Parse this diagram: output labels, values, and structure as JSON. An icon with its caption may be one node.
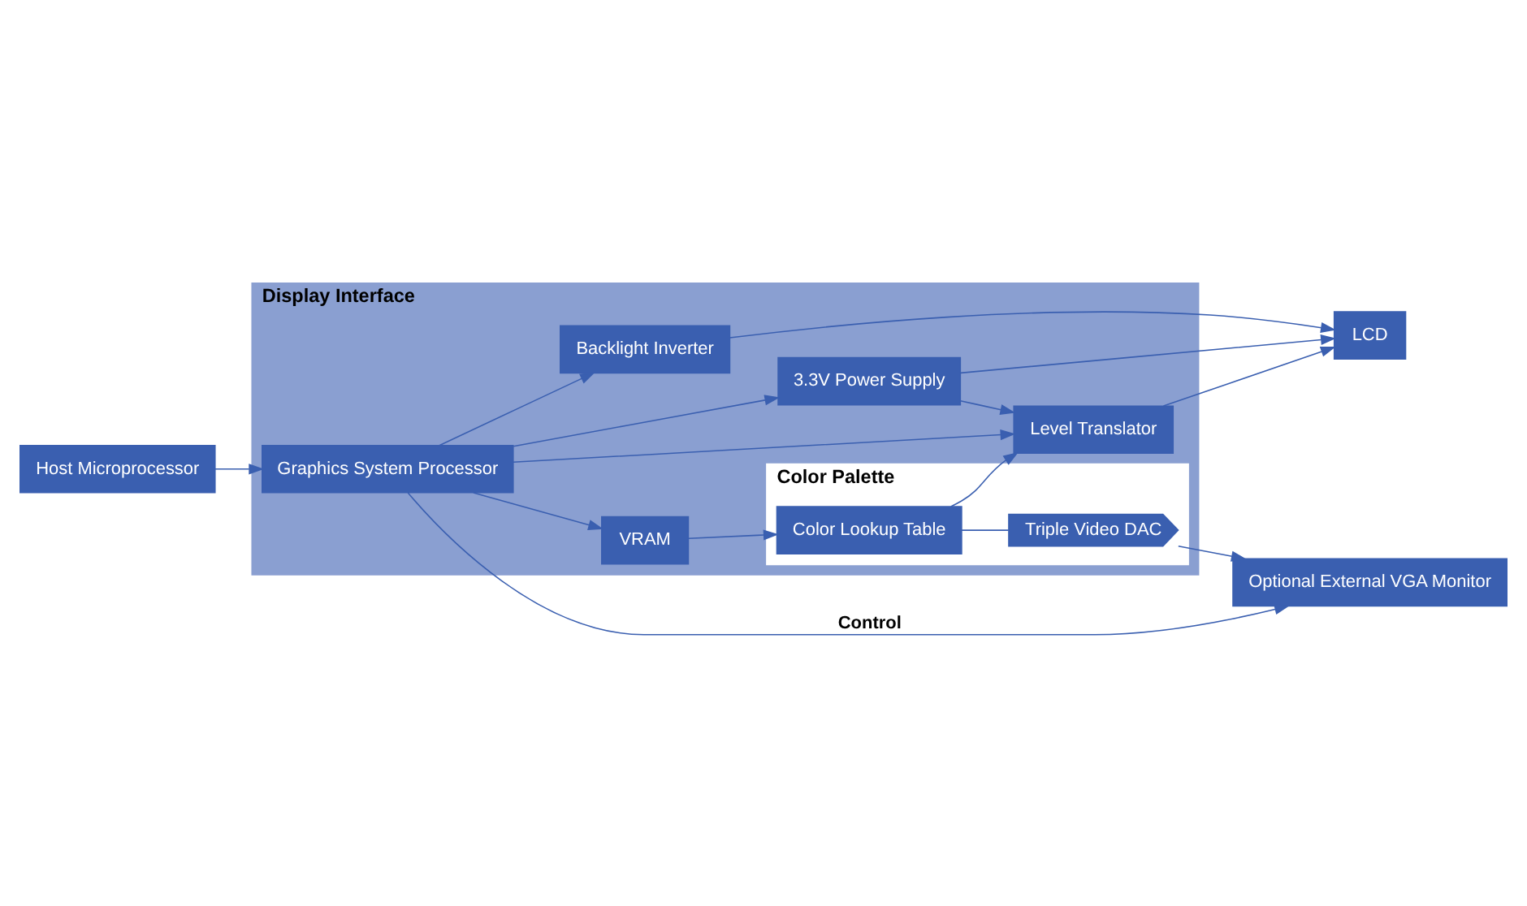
{
  "diagram": {
    "nodes": [
      {
        "text": [
          "Display Interface"
        ]
      },
      {
        "text": [
          "Host Microprocessor"
        ]
      },
      {
        "text": [
          "Graphics System Processor"
        ],
        "in": 0
      },
      {
        "text": [
          "VRAM"
        ],
        "in": 0
      },
      {
        "text": [
          "Color Palette"
        ],
        "in": 0
      },
      {
        "text": [
          "Color Lookup Table"
        ],
        "in": 4
      },
      {
        "text": [
          "Triple Video DAC"
        ],
        "in": 4
      },
      {
        "text": [
          "Level Translator"
        ],
        "in": 0
      },
      {
        "text": [
          "3.3V Power Supply"
        ],
        "in": 0
      },
      {
        "text": [
          "Backlight Inverter"
        ],
        "in": 0
      },
      {
        "text": [
          "Optional External VGA Monitor"
        ]
      },
      {
        "text": [
          "LCD"
        ]
      }
    ],
    "edges": [
      {
        "from": 1,
        "to": 2,
        "arrow": "to"
      },
      {
        "from": 2,
        "to": 3,
        "arrow": "to"
      },
      {
        "from": 3,
        "to": 5,
        "arrow": "to"
      },
      {
        "from": 5,
        "to": 6,
        "arrow": "none"
      },
      {
        "from": 6,
        "to": 10,
        "arrow": "to"
      },
      {
        "from": 5,
        "to": 7,
        "arrow": "to"
      },
      {
        "from": 2,
        "to": 10,
        "arrow": "to",
        "label": "Control"
      },
      {
        "from": 2,
        "to": 7,
        "arrow": "to"
      },
      {
        "from": 2,
        "to": 8,
        "arrow": "to"
      },
      {
        "from": 2,
        "to": 9,
        "arrow": "to"
      },
      {
        "from": 7,
        "to": 11,
        "arrow": "to"
      },
      {
        "from": 8,
        "to": 11,
        "arrow": "to"
      },
      {
        "from": 8,
        "to": 7,
        "arrow": "to"
      },
      {
        "from": 9,
        "to": 11,
        "arrow": "to"
      }
    ]
  }
}
